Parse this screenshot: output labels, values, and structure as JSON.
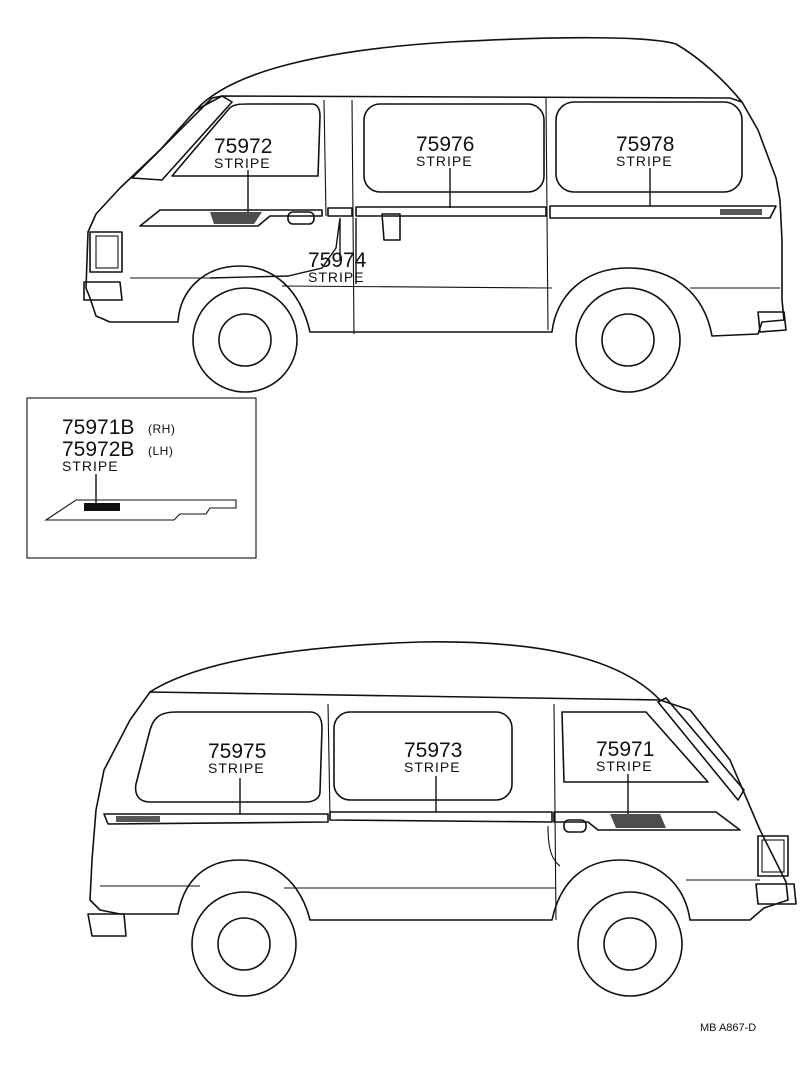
{
  "labels": {
    "p75972": {
      "number": "75972",
      "name": "STRIPE"
    },
    "p75976": {
      "number": "75976",
      "name": "STRIPE"
    },
    "p75978": {
      "number": "75978",
      "name": "STRIPE"
    },
    "p75974": {
      "number": "75974",
      "name": "STRIPE"
    },
    "p75975": {
      "number": "75975",
      "name": "STRIPE"
    },
    "p75973": {
      "number": "75973",
      "name": "STRIPE"
    },
    "p75971": {
      "number": "75971",
      "name": "STRIPE"
    }
  },
  "inset": {
    "rh_number": "75971B",
    "rh_side": "(RH)",
    "lh_number": "75972B",
    "lh_side": "(LH)",
    "name": "STRIPE"
  },
  "reference": "MB  A867-D"
}
